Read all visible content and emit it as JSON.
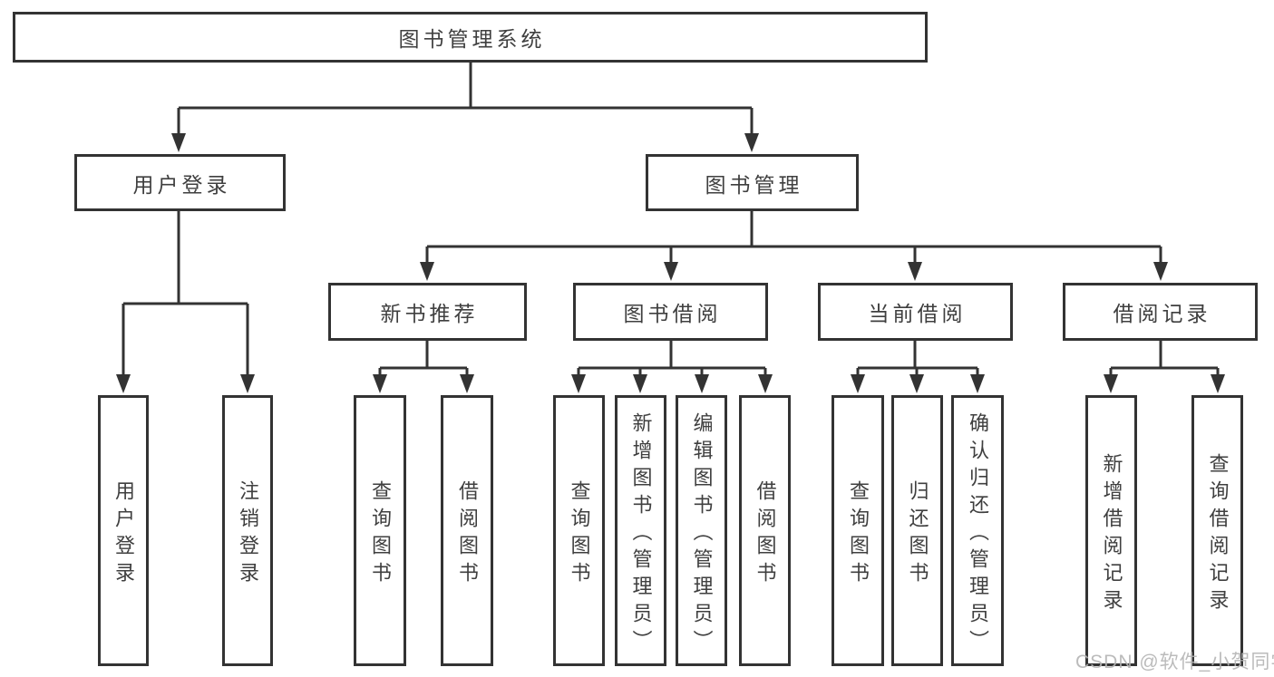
{
  "colors": {
    "line": "#333333",
    "text": "#3f3f3f",
    "watermark": "#b4b4b4",
    "background": "#ffffff"
  },
  "diagram": {
    "root": {
      "label": "图书管理系统"
    },
    "level1": [
      {
        "label": "用户登录"
      },
      {
        "label": "图书管理"
      }
    ],
    "user_login_children": [
      {
        "label": "用户登录"
      },
      {
        "label": "注销登录"
      }
    ],
    "modules": [
      {
        "label": "新书推荐",
        "children": [
          {
            "label": "查询图书"
          },
          {
            "label": "借阅图书"
          }
        ]
      },
      {
        "label": "图书借阅",
        "children": [
          {
            "label": "查询图书"
          },
          {
            "label": "新增图书（管理员）"
          },
          {
            "label": "编辑图书（管理员）"
          },
          {
            "label": "借阅图书"
          }
        ]
      },
      {
        "label": "当前借阅",
        "children": [
          {
            "label": "查询图书"
          },
          {
            "label": "归还图书"
          },
          {
            "label": "确认归还（管理员）"
          }
        ]
      },
      {
        "label": "借阅记录",
        "children": [
          {
            "label": "新增借阅记录"
          },
          {
            "label": "查询借阅记录"
          }
        ]
      }
    ],
    "watermark": "CSDN @软件_小贺同学"
  }
}
